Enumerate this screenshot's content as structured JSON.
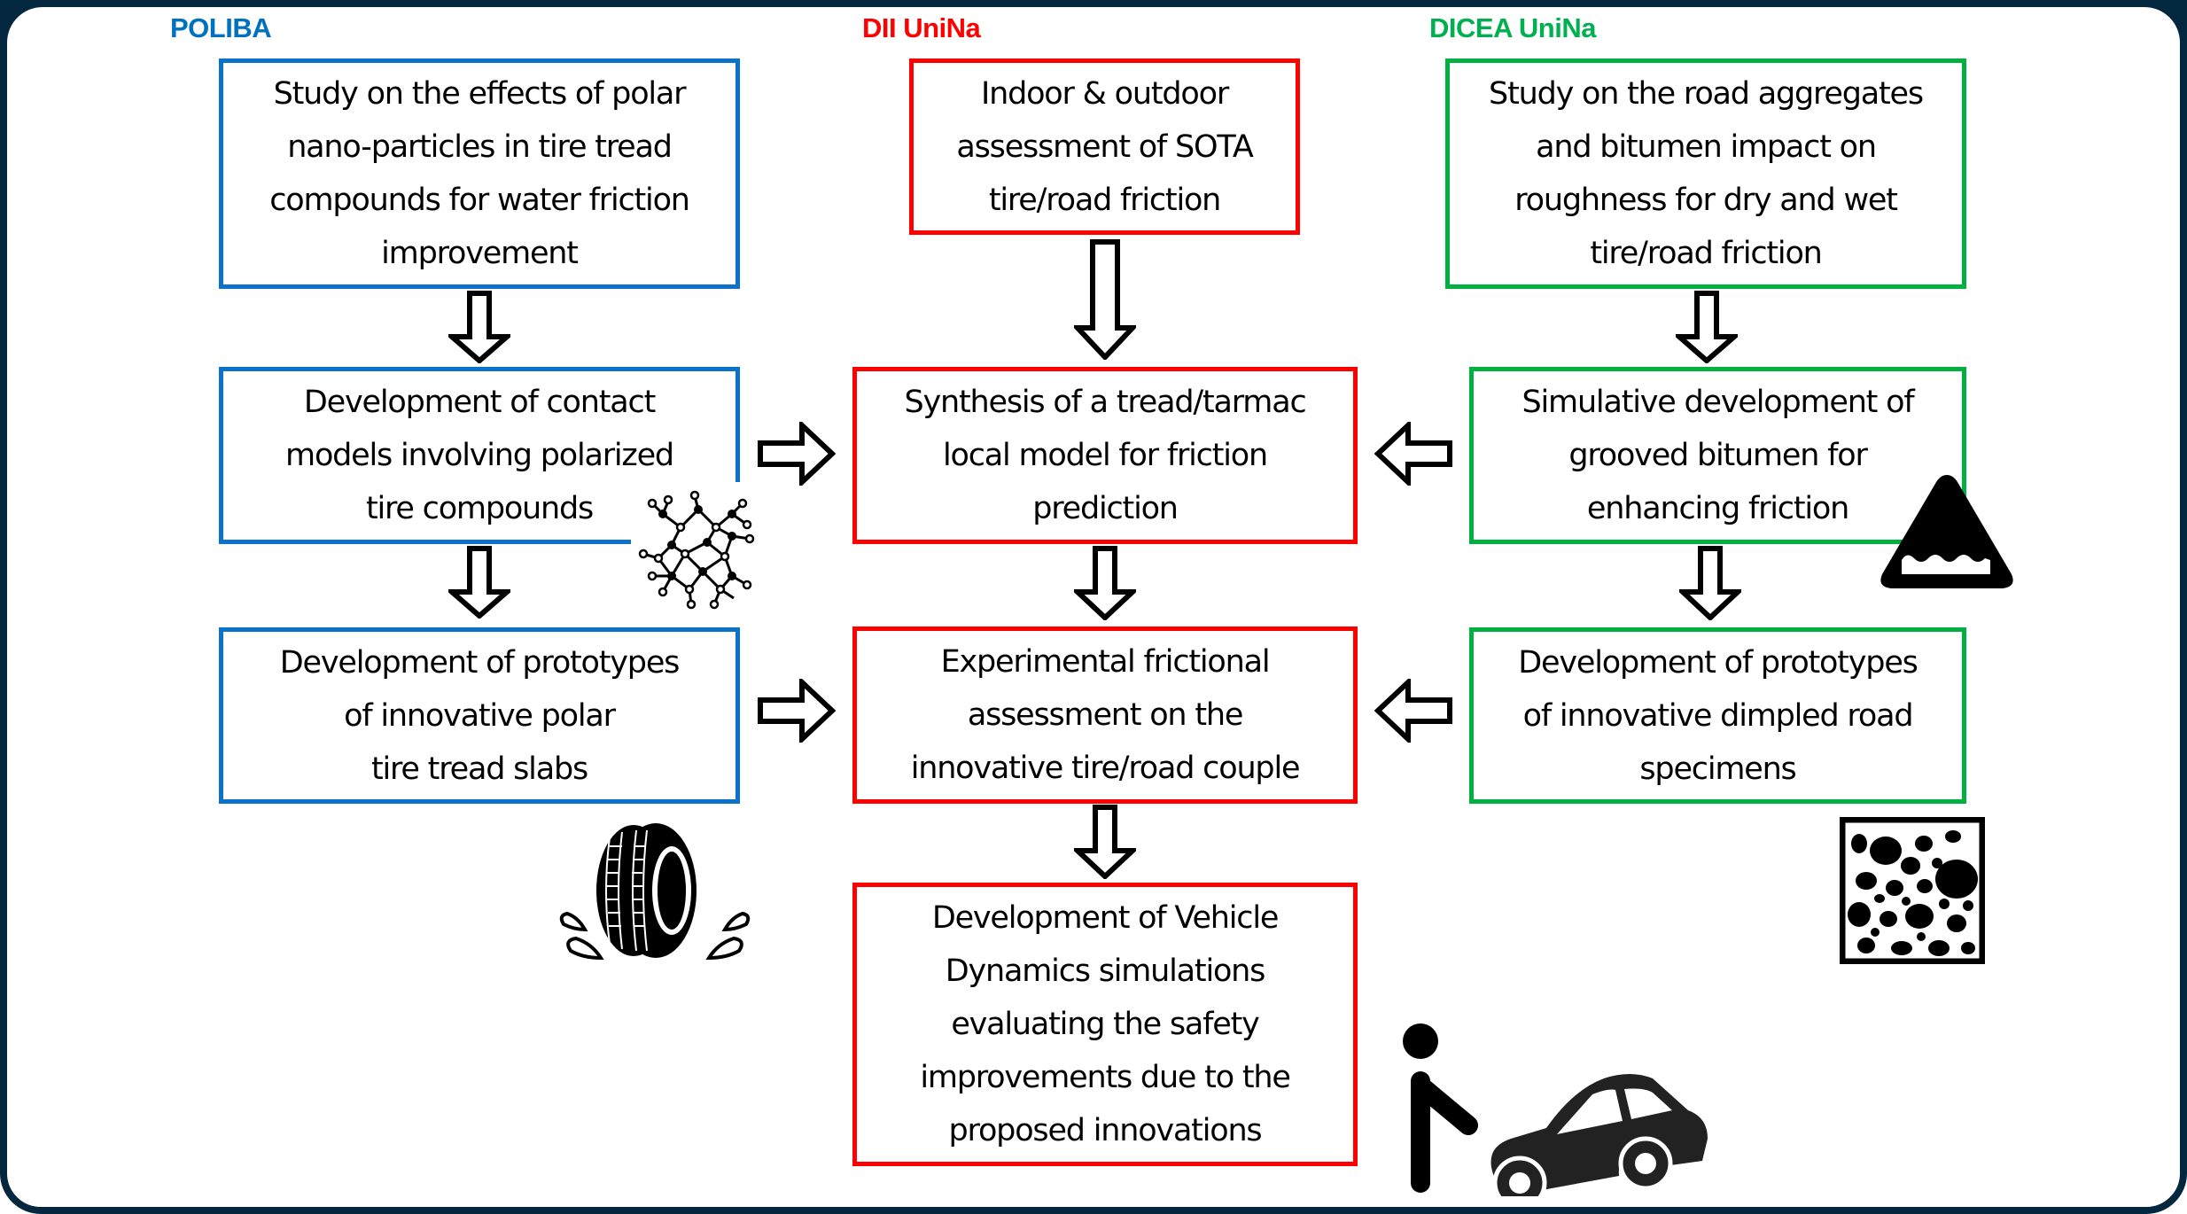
{
  "organizations": [
    {
      "name": "POLIBA",
      "color": "#0070C0"
    },
    {
      "name": "DII UniNa",
      "color": "#FF0000"
    },
    {
      "name": "DICEA UniNa",
      "color": "#00B050"
    }
  ],
  "boxes": {
    "poliba_1": "Study on the effects of polar nano-particles in tire tread compounds for water friction improvement",
    "poliba_2": "Development of contact models involving polarized tire compounds",
    "poliba_3": "Development of prototypes of innovative polar tire tread slabs",
    "dii_1": "Indoor & outdoor assessment of SOTA tire/road friction",
    "dii_2": "Synthesis of a tread/tarmac local model for friction prediction",
    "dii_3": "Experimental frictional assessment on the innovative tire/road couple",
    "dii_4": "Development of Vehicle Dynamics simulations evaluating the safety improvements due to the proposed innovations",
    "dicea_1": "Study on the road aggregates and bitumen impact on roughness for dry and wet tire/road friction",
    "dicea_2": "Simulative development of grooved bitumen for enhancing friction",
    "dicea_3": "Development of prototypes of innovative dimpled road specimens"
  },
  "box_lines": {
    "poliba_1": [
      "Study on the effects of polar",
      "nano-particles in tire tread",
      "compounds for water friction",
      "improvement"
    ],
    "poliba_2": [
      "Development of contact",
      "models involving polarized",
      "tire compounds"
    ],
    "poliba_3": [
      "Development of prototypes",
      "of innovative polar",
      "tire tread slabs"
    ],
    "dii_1": [
      "Indoor & outdoor",
      "assessment of SOTA",
      "tire/road friction"
    ],
    "dii_2": [
      "Synthesis of a tread/tarmac",
      "local model for friction",
      "prediction"
    ],
    "dii_3": [
      "Experimental frictional",
      "assessment on the",
      "innovative tire/road couple"
    ],
    "dii_4": [
      "Development of Vehicle",
      "Dynamics simulations",
      "evaluating the safety",
      "improvements due to the",
      "proposed innovations"
    ],
    "dicea_1": [
      "Study on the road aggregates",
      "and bitumen impact on",
      "roughness for dry and wet",
      "tire/road friction"
    ],
    "dicea_2": [
      "Simulative development of",
      "grooved bitumen for",
      "enhancing friction"
    ],
    "dicea_3": [
      "Development of prototypes",
      "of innovative dimpled road",
      "specimens"
    ]
  },
  "icons": [
    "molecule-network-icon",
    "bumpy-road-warning-icon",
    "tire-splash-icon",
    "asphalt-aggregate-icon",
    "person-car-icon"
  ],
  "colors": {
    "frame": "#03273E",
    "blue": "#0A72C9",
    "red": "#FF0000",
    "green": "#00B142"
  }
}
